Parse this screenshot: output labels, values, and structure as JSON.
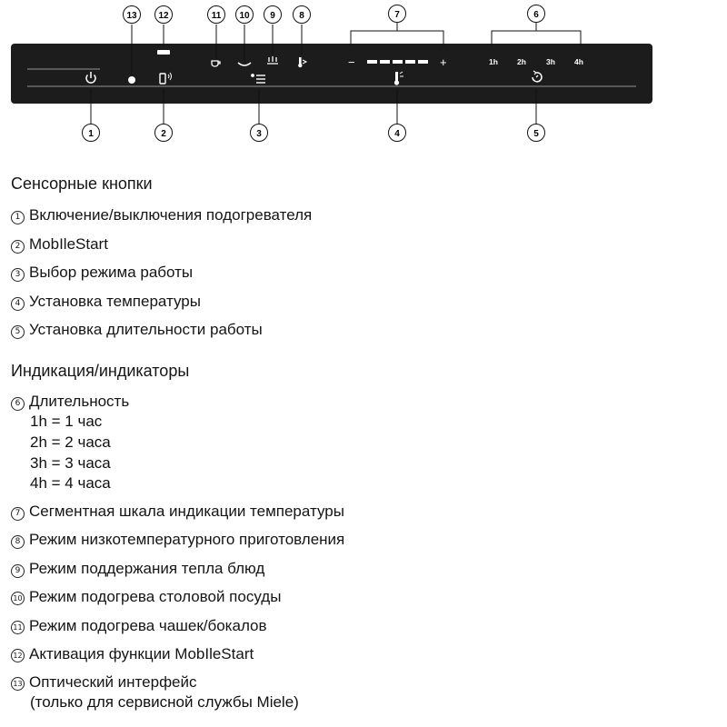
{
  "panel": {
    "callouts": [
      "1",
      "2",
      "3",
      "4",
      "5",
      "6",
      "7",
      "8",
      "9",
      "10",
      "11",
      "12",
      "13"
    ],
    "minus_label": "−",
    "plus_label": "+",
    "duration_labels": [
      "1h",
      "2h",
      "3h",
      "4h"
    ],
    "colors": {
      "panel": "#1c1c1c",
      "panel_line": "#6d6d6d",
      "symbol": "#ffffff",
      "callout_line": "#111111"
    }
  },
  "legend": {
    "touch_heading": "Сенсорные кнопки",
    "touch_items": [
      {
        "num": "1",
        "text": "Включение/выключения подогревателя"
      },
      {
        "num": "2",
        "text": "MobIleStart"
      },
      {
        "num": "3",
        "text": "Выбор режима работы"
      },
      {
        "num": "4",
        "text": "Установка температуры"
      },
      {
        "num": "5",
        "text": "Установка длительности работы"
      }
    ],
    "indicator_heading": "Индикация/индикаторы",
    "indicator_items": [
      {
        "num": "6",
        "text": "Длительность"
      },
      {
        "num": "7",
        "text": "Сегментная шкала индикации температуры"
      },
      {
        "num": "8",
        "text": "Режим низкотемпературного приготовления"
      },
      {
        "num": "9",
        "text": "Режим поддержания тепла блюд"
      },
      {
        "num": "10",
        "text": "Режим подогрева столовой посуды"
      },
      {
        "num": "11",
        "text": "Режим подогрева чашек/бокалов"
      },
      {
        "num": "12",
        "text": "Активация функции MobIleStart"
      },
      {
        "num": "13",
        "text": "Оптический интерфейс"
      }
    ],
    "duration_lines": [
      "1h = 1 час",
      "2h = 2 часа",
      "3h = 3 часа",
      "4h = 4 часа"
    ],
    "item13_note": "(только для сервисной службы Miele)"
  }
}
